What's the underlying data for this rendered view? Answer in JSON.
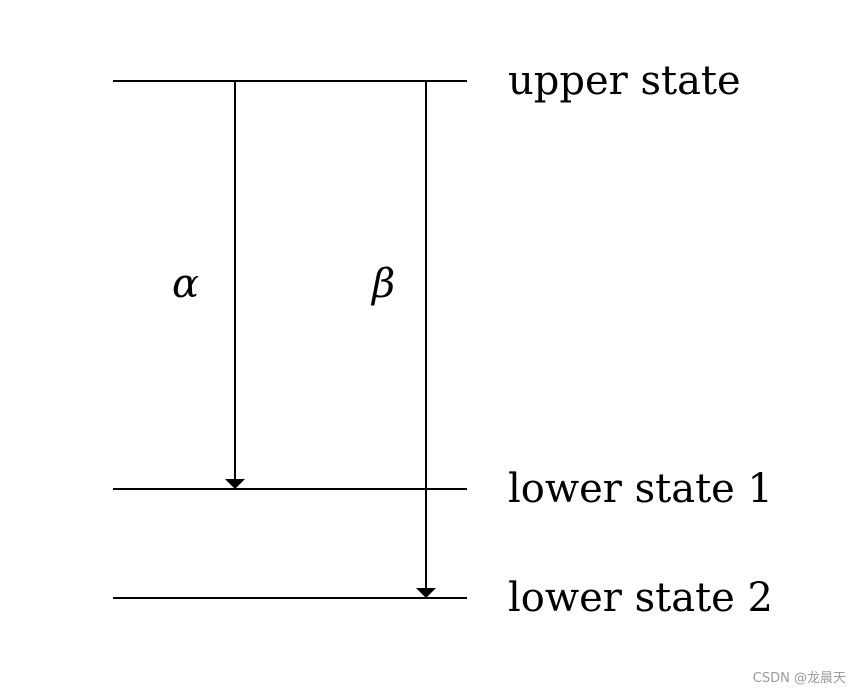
{
  "levels": {
    "upper": "upper state",
    "lower1": "lower state 1",
    "lower2": "lower state 2"
  },
  "transitions": {
    "alpha": "α",
    "beta": "β"
  },
  "watermark": "CSDN @龙晨天"
}
